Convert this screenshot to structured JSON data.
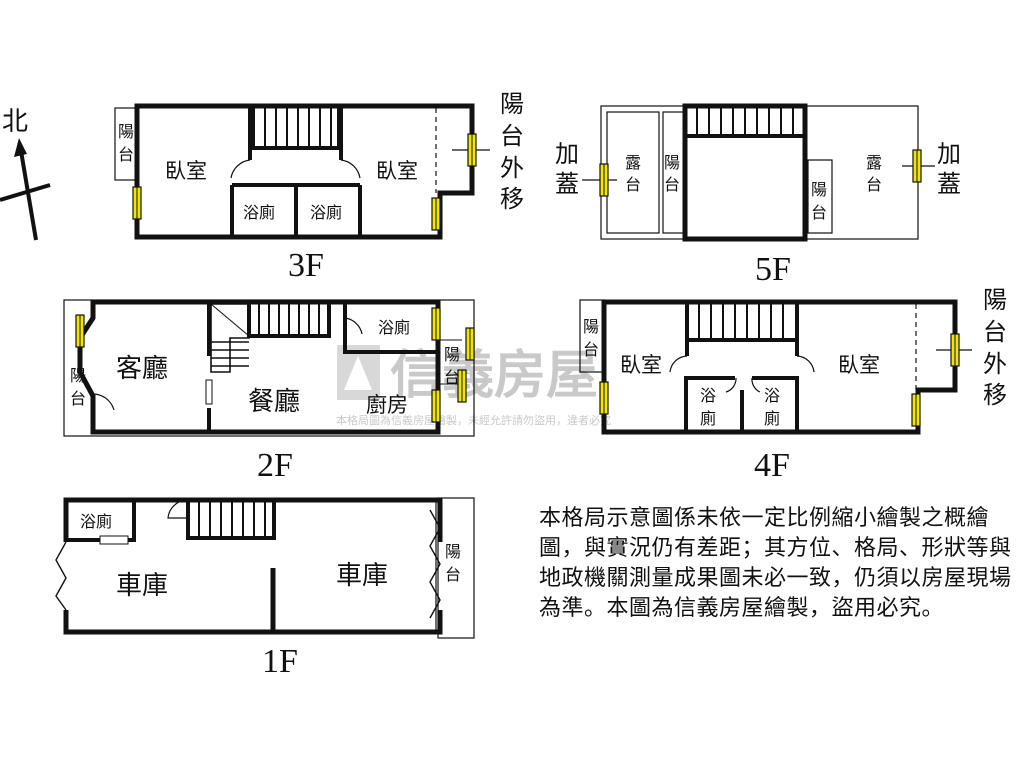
{
  "north": "北",
  "floors": {
    "f1": "1F",
    "f2": "2F",
    "f3": "3F",
    "f4": "4F",
    "f5": "5F"
  },
  "rooms": {
    "bedroom": "臥室",
    "bath": "浴廁",
    "bath_1f": "浴廁",
    "living": "客廳",
    "dining": "餐廳",
    "kitchen": "廚房",
    "garage": "車庫",
    "balcony": [
      "陽",
      "台"
    ],
    "terrace": [
      "露",
      "台"
    ],
    "bath_split": [
      "浴",
      "廁"
    ],
    "extension": [
      "加",
      "蓋"
    ],
    "balcony_moved": [
      "陽",
      "台",
      "外",
      "移"
    ]
  },
  "watermark": {
    "brand": "信義房屋",
    "notice": "本格局圖為信義房屋繪製，未經允許請勿盜用，違者必究"
  },
  "disclaimer": "本格局示意圖係未依一定比例縮小繪製之概繪圖，與實況仍有差距；其方位、格局、形狀等與地政機關測量成果圖未必一致，仍須以房屋現場為準。本圖為信義房屋繪製，盜用必究。"
}
